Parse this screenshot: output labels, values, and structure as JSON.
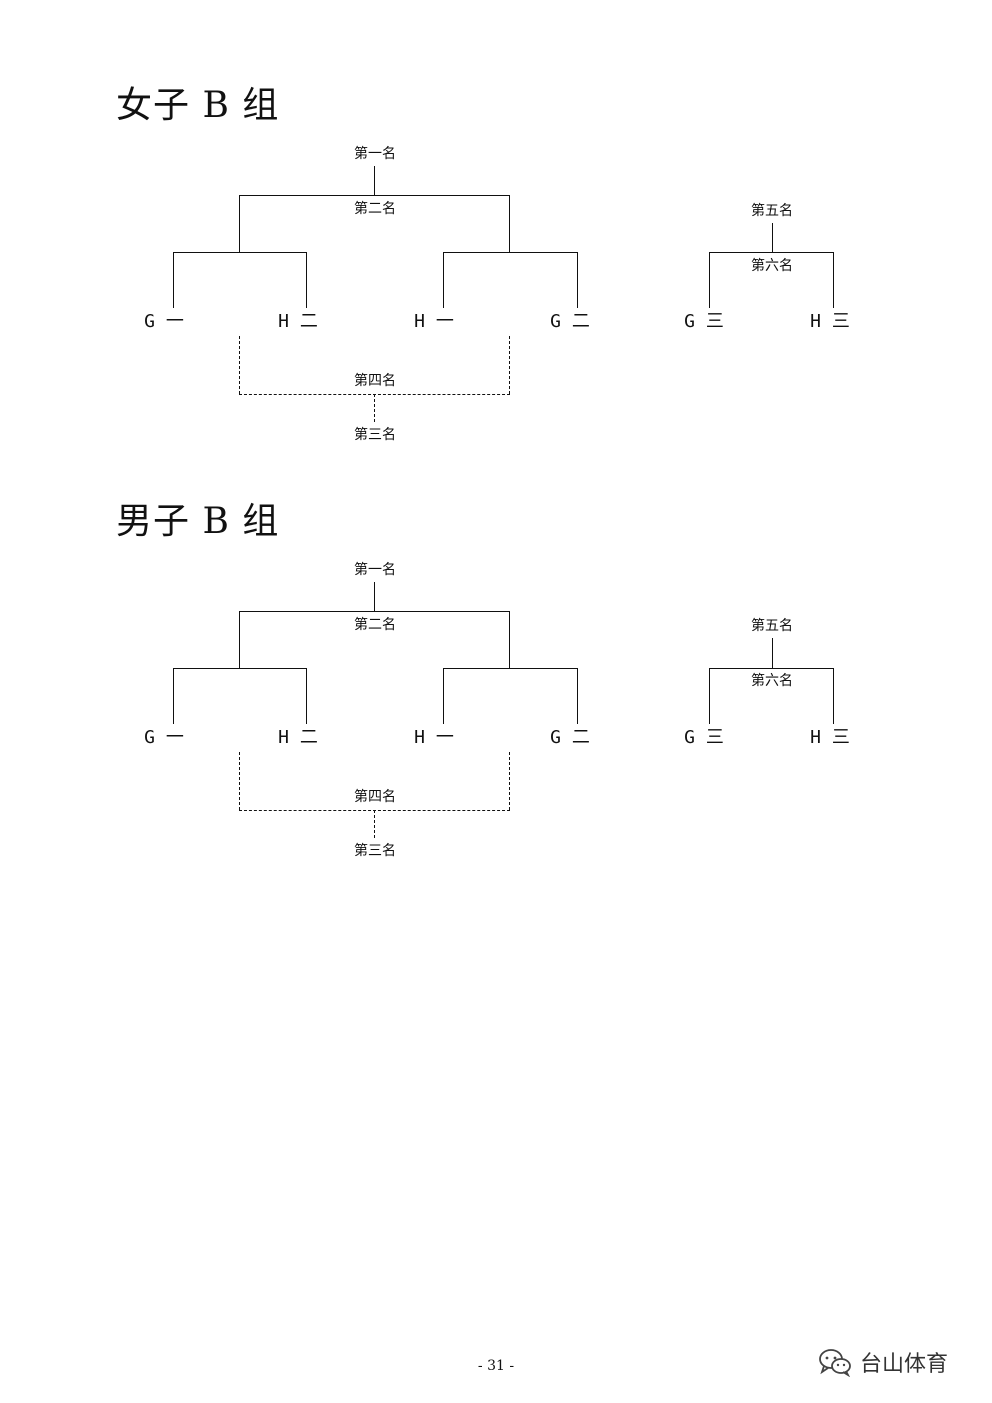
{
  "sections": [
    {
      "title": "女子 B 组",
      "main_bracket": {
        "first": "第一名",
        "second": "第二名",
        "third": "第三名",
        "fourth": "第四名",
        "teams": [
          "G 一",
          "H 二",
          "H 一",
          "G 二"
        ]
      },
      "minor_bracket": {
        "fifth": "第五名",
        "sixth": "第六名",
        "teams": [
          "G 三",
          "H 三"
        ]
      }
    },
    {
      "title": "男子 B 组",
      "main_bracket": {
        "first": "第一名",
        "second": "第二名",
        "third": "第三名",
        "fourth": "第四名",
        "teams": [
          "G 一",
          "H 二",
          "H 一",
          "G 二"
        ]
      },
      "minor_bracket": {
        "fifth": "第五名",
        "sixth": "第六名",
        "teams": [
          "G 三",
          "H 三"
        ]
      }
    }
  ],
  "footer": {
    "page_number": "- 31 -",
    "watermark_text": "台山体育",
    "watermark_icon": "wechat-icon"
  }
}
